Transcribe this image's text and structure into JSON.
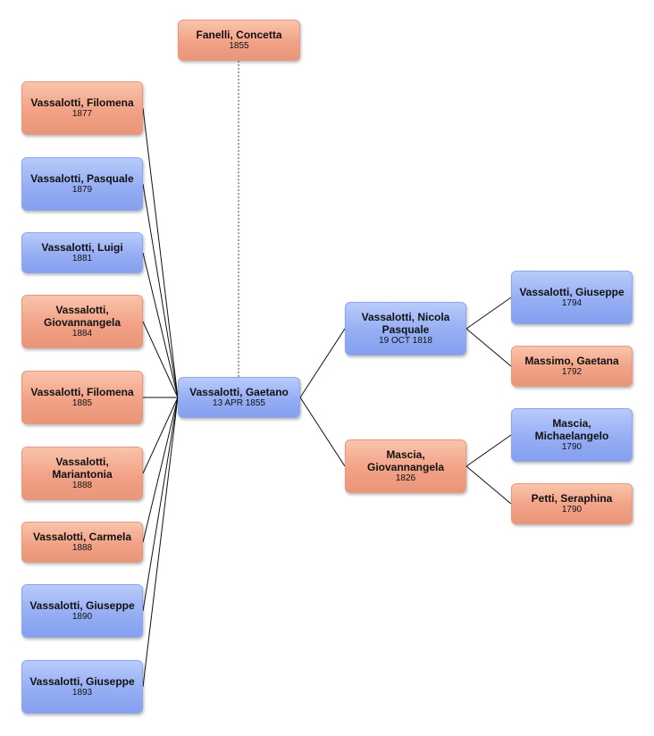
{
  "spouse": {
    "name": "Fanelli, Concetta",
    "date": "1855",
    "sex": "female"
  },
  "root": {
    "name": "Vassalotti, Gaetano",
    "date": "13 APR 1855",
    "sex": "male"
  },
  "children": [
    {
      "name": "Vassalotti, Filomena",
      "date": "1877",
      "sex": "female"
    },
    {
      "name": "Vassalotti, Pasquale",
      "date": "1879",
      "sex": "male"
    },
    {
      "name": "Vassalotti, Luigi",
      "date": "1881",
      "sex": "male"
    },
    {
      "name": "Vassalotti, Giovannangela",
      "date": "1884",
      "sex": "female"
    },
    {
      "name": "Vassalotti, Filomena",
      "date": "1885",
      "sex": "female"
    },
    {
      "name": "Vassalotti, Mariantonia",
      "date": "1888",
      "sex": "female"
    },
    {
      "name": "Vassalotti, Carmela",
      "date": "1888",
      "sex": "female"
    },
    {
      "name": "Vassalotti, Giuseppe",
      "date": "1890",
      "sex": "male"
    },
    {
      "name": "Vassalotti, Giuseppe",
      "date": "1893",
      "sex": "male"
    }
  ],
  "parents": {
    "father": {
      "name": "Vassalotti, Nicola Pasquale",
      "date": "19 OCT 1818",
      "sex": "male"
    },
    "mother": {
      "name": "Mascia, Giovannangela",
      "date": "1826",
      "sex": "female"
    }
  },
  "grandparents": {
    "paternal_grandfather": {
      "name": "Vassalotti, Giuseppe",
      "date": "1794",
      "sex": "male"
    },
    "paternal_grandmother": {
      "name": "Massimo, Gaetana",
      "date": "1792",
      "sex": "female"
    },
    "maternal_grandfather": {
      "name": "Mascia, Michaelangelo",
      "date": "1790",
      "sex": "male"
    },
    "maternal_grandmother": {
      "name": "Petti, Seraphina",
      "date": "1790",
      "sex": "female"
    }
  },
  "colors": {
    "male": "#95aef3",
    "female": "#f2a286",
    "connector": "#1a1a1a"
  }
}
